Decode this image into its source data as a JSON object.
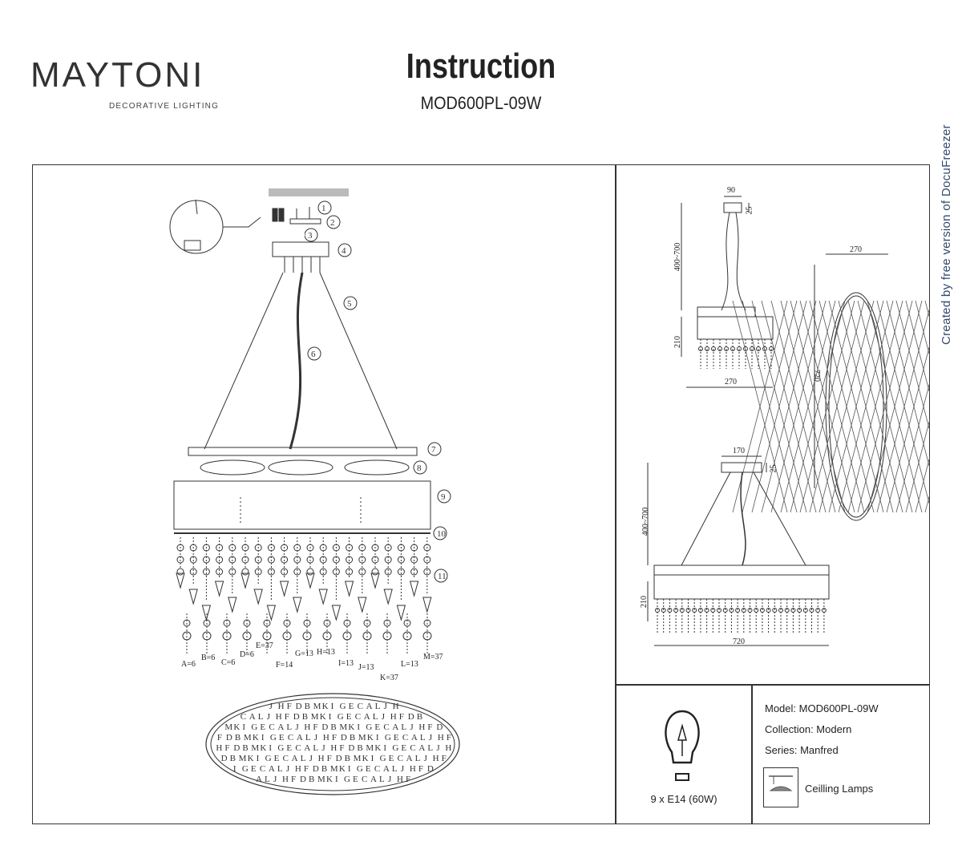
{
  "brand": {
    "name": "MAYTONI",
    "tagline": "DECORATIVE LIGHTING"
  },
  "header": {
    "title": "Instruction",
    "model": "MOD600PL-09W"
  },
  "watermark": "Created by free version of DocuFreezer",
  "assembly": {
    "callouts": [
      "1",
      "2",
      "3",
      "4",
      "5",
      "6",
      "7",
      "8",
      "9",
      "10",
      "11"
    ],
    "crystal_labels": [
      "A=6",
      "B=6",
      "C=6",
      "D=6",
      "E=37",
      "F=14",
      "G=13",
      "H=13",
      "I=13",
      "J=13",
      "K=37",
      "L=13",
      "M=37"
    ]
  },
  "dimensions": {
    "small_top_width": "90",
    "small_top_height": "25",
    "small_cable": "400~700",
    "small_body_height": "210",
    "small_width": "270",
    "oval_width": "270",
    "oval_length": "720",
    "large_top_width": "170",
    "large_top_height": "25",
    "large_cable": "400~700",
    "large_body_height": "210",
    "large_width": "720"
  },
  "specs": {
    "bulbs": "9 x E14 (60W)",
    "model": "Model: MOD600PL-09W",
    "collection": "Collection: Modern",
    "series": "Series: Manfred",
    "type": "Ceilling Lamps"
  },
  "icons": {
    "bulb": "light-bulb-icon",
    "lamp": "ceiling-lamp-icon"
  }
}
